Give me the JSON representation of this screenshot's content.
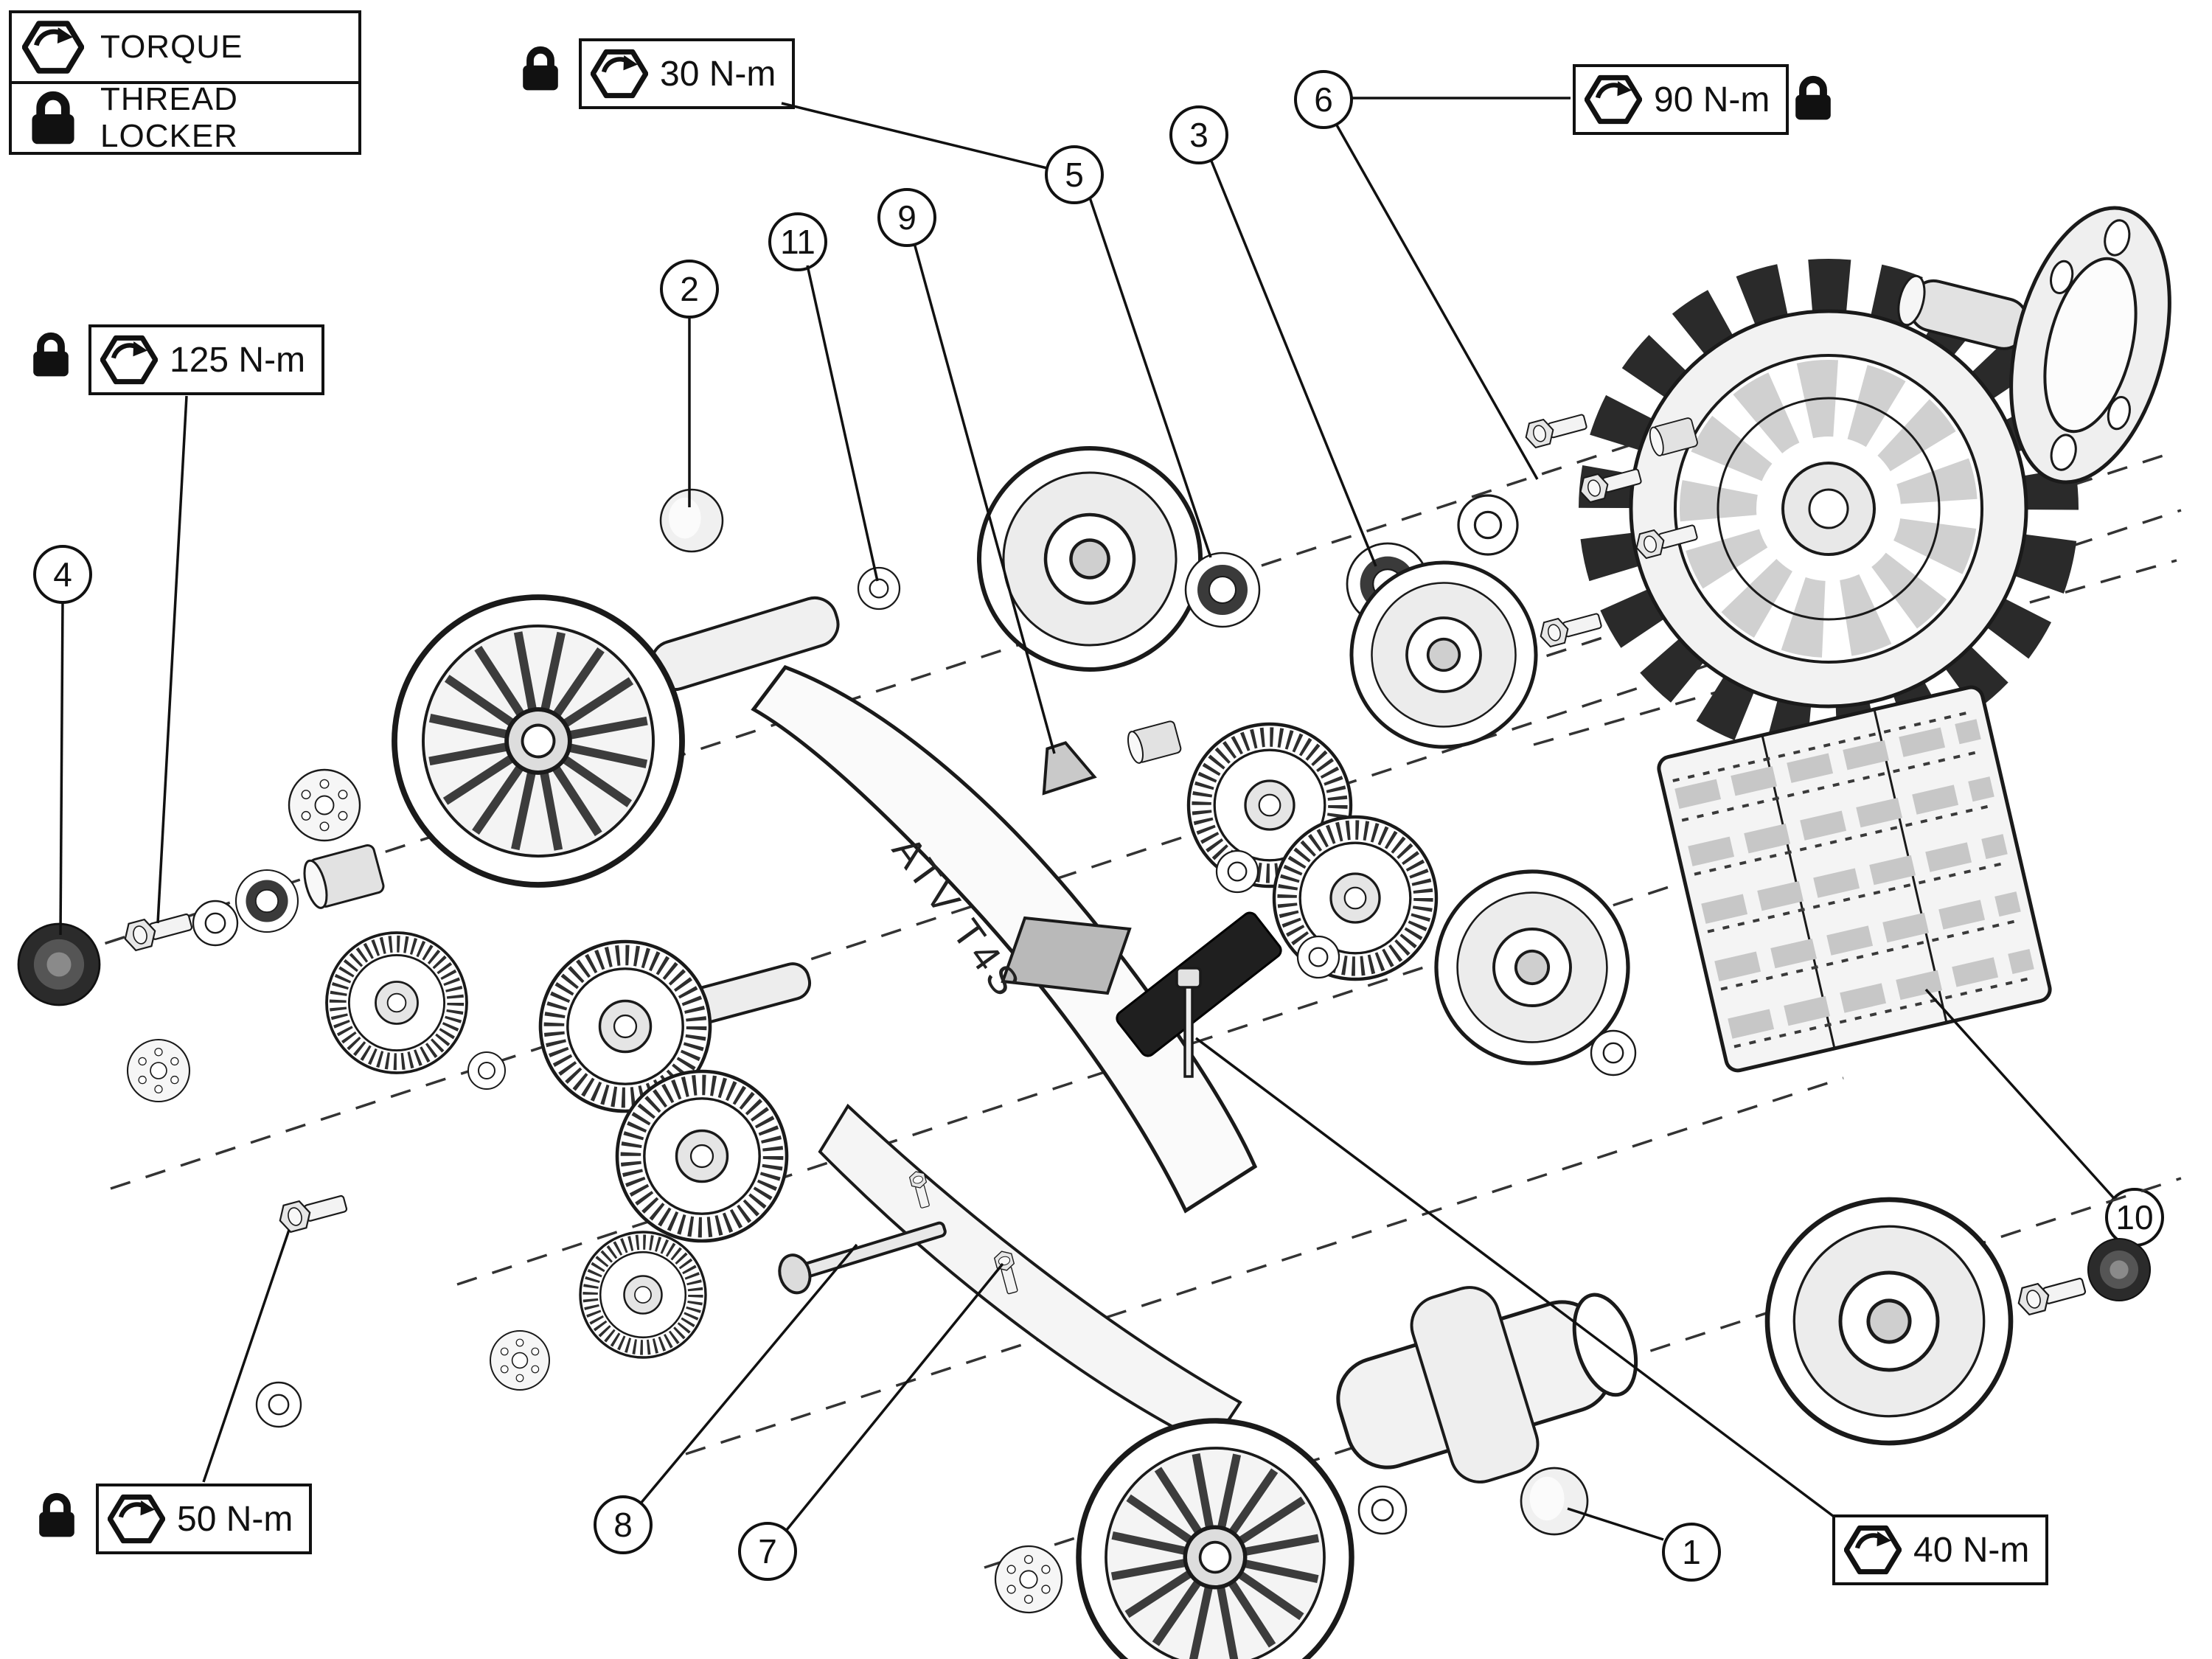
{
  "legend": {
    "torque_label": "TORQUE",
    "thread_locker_label": "THREAD LOCKER"
  },
  "torque_specs": [
    {
      "value": "30 N-m",
      "thread_locker": true,
      "lock_side": "left"
    },
    {
      "value": "90 N-m",
      "thread_locker": true,
      "lock_side": "right"
    },
    {
      "value": "125 N-m",
      "thread_locker": true,
      "lock_side": "left"
    },
    {
      "value": "50 N-m",
      "thread_locker": true,
      "lock_side": "left"
    },
    {
      "value": "40 N-m",
      "thread_locker": false,
      "lock_side": "none"
    }
  ],
  "part_numbers": [
    "1",
    "2",
    "3",
    "4",
    "5",
    "6",
    "7",
    "8",
    "9",
    "10",
    "11"
  ],
  "frame_text": "ATV T4S",
  "icons": {
    "torque": "hex-nut-with-clockwise-arrow",
    "thread_locker": "padlock"
  },
  "colors": {
    "line": "#1a1a1a",
    "background": "#ffffff",
    "fill_light": "#f2f2f2",
    "fill_dark": "#222222"
  }
}
